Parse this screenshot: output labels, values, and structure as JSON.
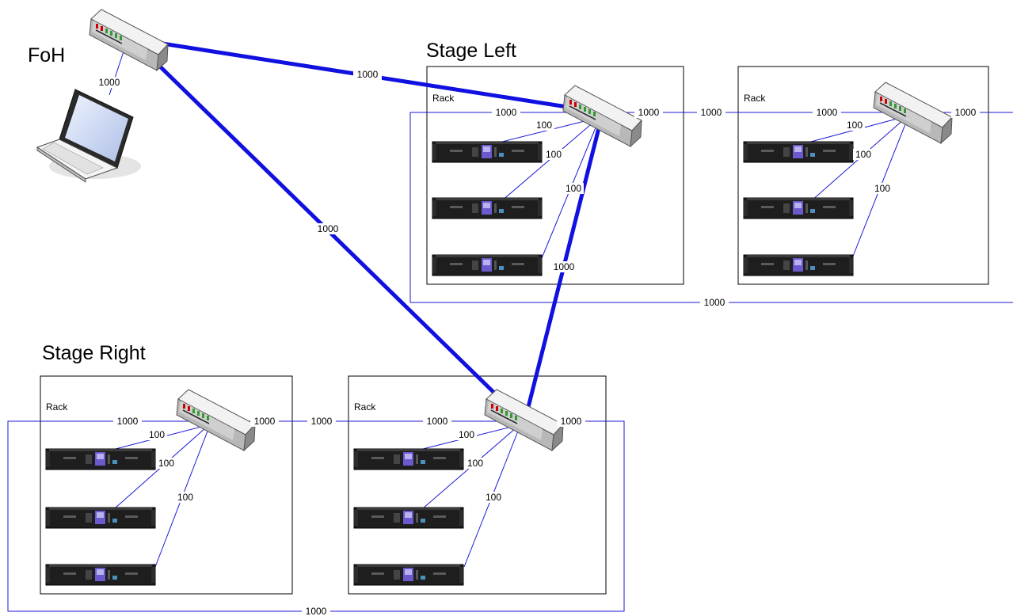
{
  "sections": {
    "foh": "FoH",
    "stage_left": "Stage Left",
    "stage_right": "Stage Right"
  },
  "rack_label": "Rack",
  "speeds": {
    "gigabit": "1000",
    "fast": "100"
  },
  "colors": {
    "backbone": "#1010e0",
    "link": "#1a1ad6",
    "rack_border": "#000000",
    "amp_body": "#1e1e1e",
    "amp_display": "#6a5acd"
  },
  "icons": [
    "network-switch-icon",
    "laptop-icon",
    "amplifier-icon"
  ]
}
